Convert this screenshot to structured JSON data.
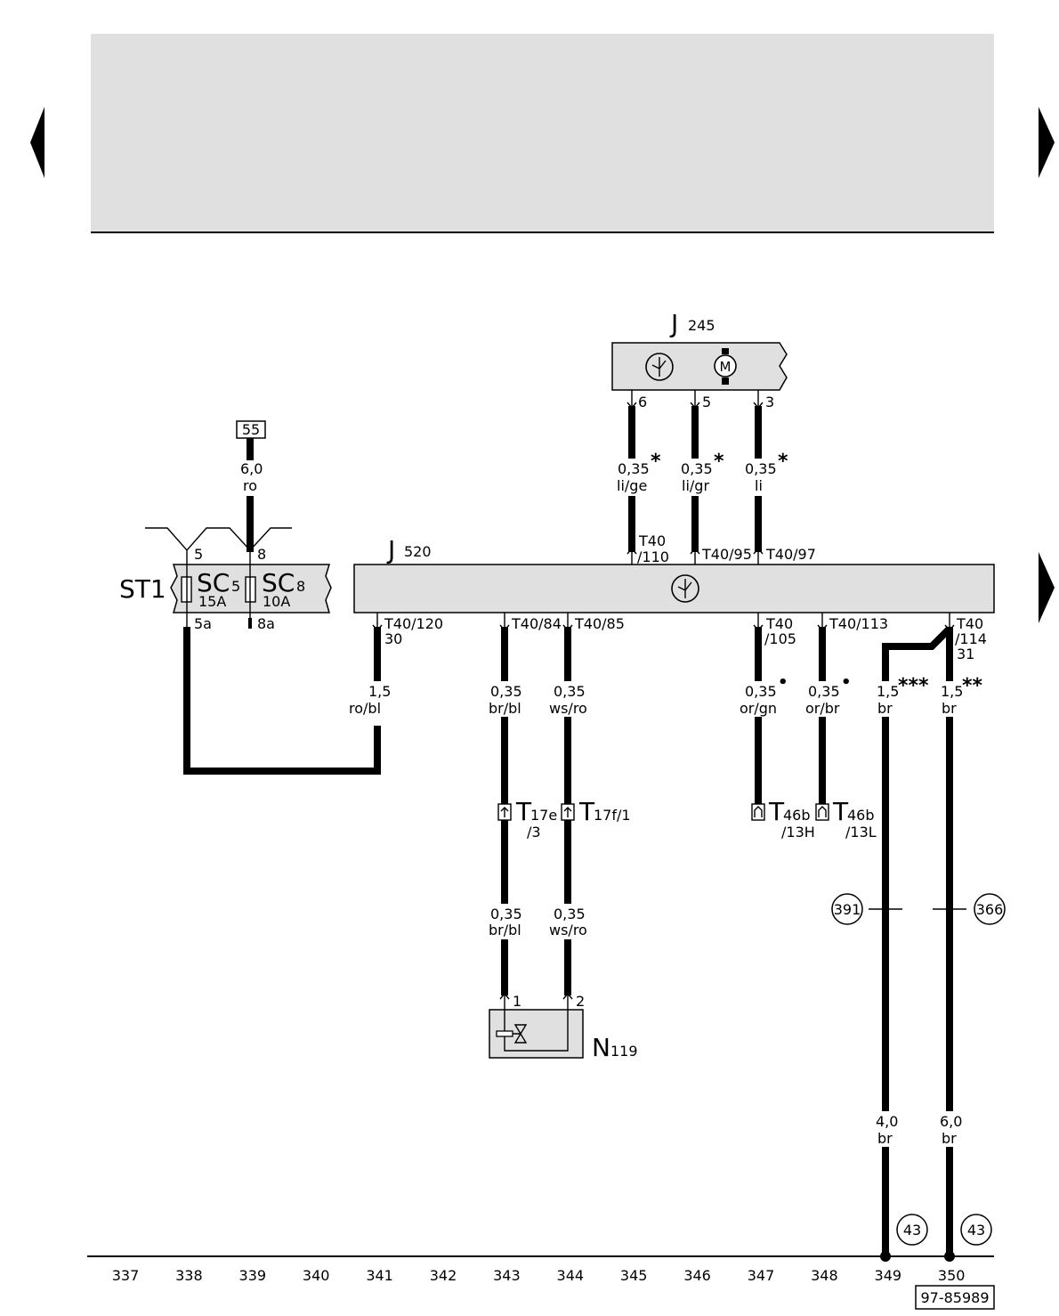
{
  "components": {
    "j245": {
      "letter": "J",
      "number": "245"
    },
    "j520": {
      "letter": "J",
      "number": "520"
    },
    "st1": {
      "label": "ST1"
    },
    "sc5": {
      "letter": "SC",
      "number": "5",
      "rating": "15A"
    },
    "sc8": {
      "letter": "SC",
      "number": "8",
      "rating": "10A"
    },
    "n119": {
      "letter": "N",
      "number": "119"
    },
    "motor_symbol": "M",
    "ref55": "55"
  },
  "pins": {
    "j245_6": "6",
    "j245_5": "5",
    "j245_3": "3",
    "st1_5": "5",
    "st1_8": "8",
    "st1_5a": "5a",
    "st1_8a": "8a",
    "t40_110a": "T40",
    "t40_110b": "/110",
    "t40_95": "T40/95",
    "t40_97": "T40/97",
    "t40_120": "T40/120",
    "t40_120_term": "30",
    "t40_84": "T40/84",
    "t40_85": "T40/85",
    "t40_105a": "T40",
    "t40_105b": "/105",
    "t40_113": "T40/113",
    "t40_114a": "T40",
    "t40_114b": "/114",
    "t40_114_term": "31",
    "n119_1": "1",
    "n119_2": "2"
  },
  "wires": {
    "w55": {
      "size": "6,0",
      "color": "ro"
    },
    "w_lige": {
      "size": "0,35",
      "color": "li/ge",
      "mark": "*"
    },
    "w_ligr": {
      "size": "0,35",
      "color": "li/gr",
      "mark": "*"
    },
    "w_li": {
      "size": "0,35",
      "color": "li",
      "mark": "*"
    },
    "w_robl": {
      "size": "1,5",
      "color": "ro/bl"
    },
    "w_brbl1": {
      "size": "0,35",
      "color": "br/bl"
    },
    "w_wsro1": {
      "size": "0,35",
      "color": "ws/ro"
    },
    "w_orgn": {
      "size": "0,35",
      "color": "or/gn",
      "mark": "•"
    },
    "w_orbr": {
      "size": "0,35",
      "color": "or/br",
      "mark": "•"
    },
    "w_br1": {
      "size": "1,5",
      "color": "br",
      "mark": "***"
    },
    "w_br2": {
      "size": "1,5",
      "color": "br",
      "mark": "**"
    },
    "w_brbl2": {
      "size": "0,35",
      "color": "br/bl"
    },
    "w_wsro2": {
      "size": "0,35",
      "color": "ws/ro"
    },
    "w_br40": {
      "size": "4,0",
      "color": "br"
    },
    "w_br60": {
      "size": "6,0",
      "color": "br"
    }
  },
  "connectors": {
    "t17e": {
      "main": "T",
      "sub": "17e",
      "pin": "/3"
    },
    "t17f": {
      "main": "T",
      "sub": "17f/1"
    },
    "t46b_h": {
      "main": "T",
      "sub": "46b",
      "pin": "/13H"
    },
    "t46b_l": {
      "main": "T",
      "sub": "46b",
      "pin": "/13L"
    }
  },
  "refs": {
    "r391": "391",
    "r366": "366",
    "r43a": "43",
    "r43b": "43"
  },
  "tracks": [
    "337",
    "338",
    "339",
    "340",
    "341",
    "342",
    "343",
    "344",
    "345",
    "346",
    "347",
    "348",
    "349",
    "350"
  ],
  "doc_id": "97-85989",
  "colors": {
    "header_fill": "#e0e0e0",
    "component_fill": "#e0e0e0",
    "line": "#000000"
  }
}
